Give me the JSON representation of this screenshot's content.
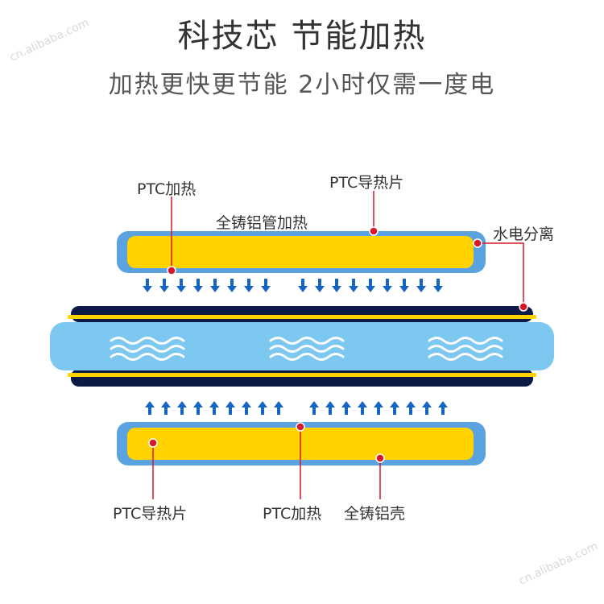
{
  "header": {
    "title": "科技芯 节能加热",
    "subtitle": "加热更快更节能 2小时仅需一度电"
  },
  "labels": {
    "ptc_heating_top": "PTC加热",
    "ptc_conductor_top": "PTC导热片",
    "cast_tube_heating": "全铸铝管加热",
    "water_power_separation": "水电分离",
    "ptc_conductor_bottom": "PTC导热片",
    "ptc_heating_bottom": "PTC加热",
    "cast_shell": "全铸铝壳"
  },
  "watermarks": {
    "top_left": "cn.alibaba.com",
    "bottom_right": "cn.alibaba.com"
  },
  "colors": {
    "outer_blue": "#5ba2e0",
    "yellow": "#ffd200",
    "dark_navy": "#0d1a45",
    "water_blue": "#7cc8f0",
    "arrow_blue": "#1565c0",
    "marker_red": "#d7182a"
  }
}
